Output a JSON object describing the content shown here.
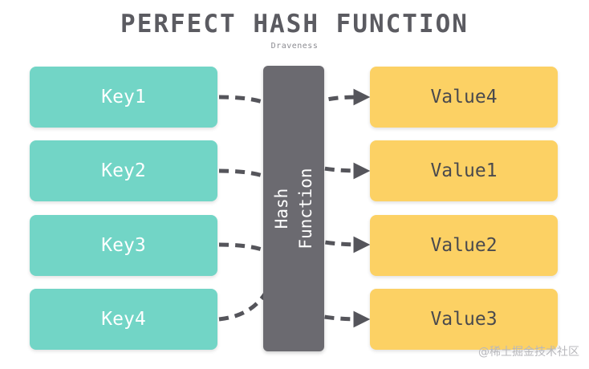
{
  "title": "PERFECT HASH FUNCTION",
  "subtitle": "Draveness",
  "keys": [
    "Key1",
    "Key2",
    "Key3",
    "Key4"
  ],
  "values": [
    "Value4",
    "Value1",
    "Value2",
    "Value3"
  ],
  "hash_function": {
    "line1": "Hash",
    "line2": "Function"
  },
  "watermark": "@稀土掘金技术社区",
  "colors": {
    "key_fill": "#72d5c6",
    "value_fill": "#fcd164",
    "hash_fill": "#6b6a70",
    "arrow": "#55555b",
    "title": "#5b5b61"
  }
}
